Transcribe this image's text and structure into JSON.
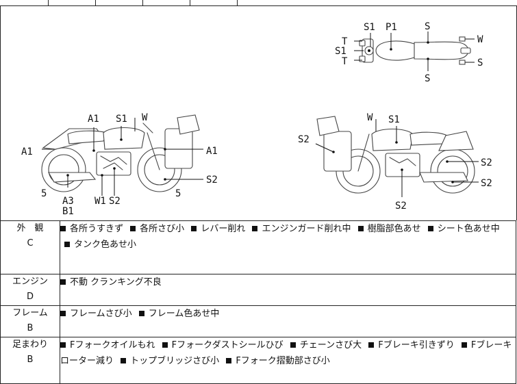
{
  "diagram": {
    "top_view_labels": {
      "t_upper": "T",
      "s1_left": "S1",
      "t_lower": "T",
      "s1_top": "S1",
      "p1": "P1",
      "s_top": "S",
      "w": "W",
      "s_right": "S",
      "s_bottom": "S"
    },
    "left_side_labels": {
      "a1_left": "A1",
      "a1_top": "A1",
      "s1": "S1",
      "w": "W",
      "a1_right": "A1",
      "s2_right": "S2",
      "five_left": "5",
      "a3": "A3",
      "b1": "B1",
      "w1": "W1",
      "s2_bottom": "S2",
      "five_right": "5"
    },
    "right_side_labels": {
      "w": "W",
      "s1": "S1",
      "s2_left": "S2",
      "s2_upper": "S2",
      "s2_lower": "S2",
      "s2_bottom": "S2"
    }
  },
  "rows": [
    {
      "category": "外　観",
      "grade": "C",
      "items": [
        "各所うすきず",
        "各所さび小",
        "レバー削れ",
        "エンジンガード削れ中",
        "樹脂部色あせ",
        "シート色あせ中",
        "タンク色あせ小"
      ]
    },
    {
      "category": "エンジン",
      "grade": "D",
      "items": [
        "不動 クランキング不良"
      ]
    },
    {
      "category": "フレーム",
      "grade": "B",
      "items": [
        "フレームさび小",
        "フレーム色あせ中"
      ]
    },
    {
      "category": "足まわり",
      "grade": "B",
      "items": [
        "Fフォークオイルもれ",
        "Fフォークダストシールひび",
        "チェーンさび大",
        "Fブレーキ引きずり",
        "Fブレーキローター減り",
        "トップブリッジさび小",
        "Fフォーク摺動部さび小"
      ]
    }
  ]
}
